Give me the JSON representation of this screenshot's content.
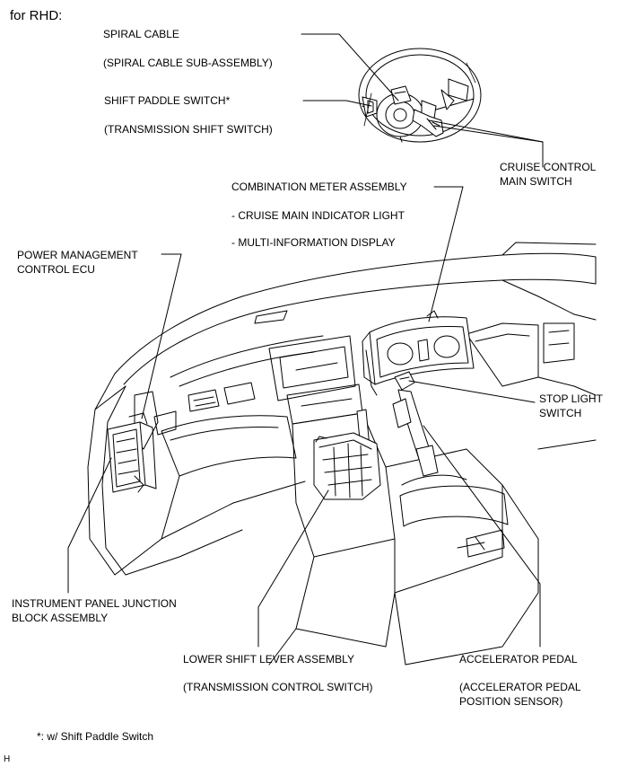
{
  "header": {
    "variant": "for RHD:"
  },
  "labels": {
    "spiral_cable": "SPIRAL CABLE",
    "spiral_cable_sub": "(SPIRAL CABLE SUB-ASSEMBLY)",
    "shift_paddle": "SHIFT PADDLE SWITCH*",
    "shift_paddle_sub": "(TRANSMISSION SHIFT SWITCH)",
    "cruise_main_1": "CRUISE CONTROL",
    "cruise_main_2": "MAIN SWITCH",
    "combination_meter": "COMBINATION METER ASSEMBLY",
    "cruise_indicator": "- CRUISE MAIN INDICATOR LIGHT",
    "multi_info": "- MULTI-INFORMATION DISPLAY",
    "power_mgmt_1": "POWER MANAGEMENT",
    "power_mgmt_2": "CONTROL ECU",
    "stop_light_1": "STOP LIGHT",
    "stop_light_2": "SWITCH",
    "ip_junction_1": "INSTRUMENT PANEL JUNCTION",
    "ip_junction_2": "BLOCK ASSEMBLY",
    "lower_shift": "LOWER SHIFT LEVER ASSEMBLY",
    "lower_shift_sub": "(TRANSMISSION CONTROL SWITCH)",
    "accel_pedal": "ACCELERATOR PEDAL",
    "accel_sensor_1": "(ACCELERATOR PEDAL",
    "accel_sensor_2": "POSITION SENSOR)"
  },
  "footnote": "*: w/ Shift Paddle Switch",
  "corner_mark": "H"
}
